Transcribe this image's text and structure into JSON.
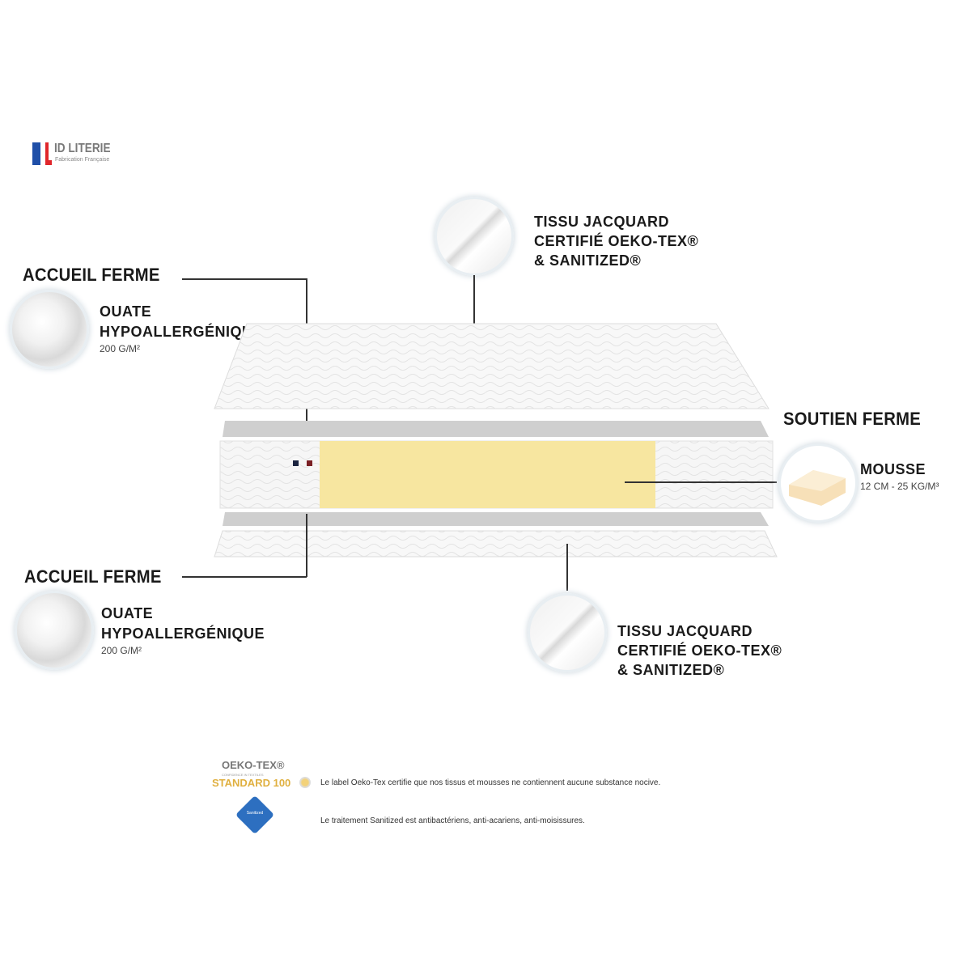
{
  "logo": {
    "brand": "ID LITERIE",
    "tagline": "Fabrication Française",
    "colors": {
      "blue": "#1f4fa8",
      "red": "#e0262b"
    }
  },
  "top_fabric": {
    "lines": [
      "TISSU JACQUARD",
      "CERTIFIÉ OEKO-TEX®",
      "& SANITIZED®"
    ]
  },
  "top_comfort": {
    "heading": "ACCUEIL FERME",
    "title1": "OUATE",
    "title2": "HYPOALLERGÉNIQUE",
    "spec": "200 G/M²"
  },
  "support": {
    "heading": "SOUTIEN FERME",
    "title": "MOUSSE",
    "spec": "12 CM - 25 KG/M³",
    "foam_color": "#f7e6a0"
  },
  "bottom_comfort": {
    "heading": "ACCUEIL FERME",
    "title1": "OUATE",
    "title2": "HYPOALLERGÉNIQUE",
    "spec": "200 G/M²"
  },
  "bottom_fabric": {
    "lines": [
      "TISSU JACQUARD",
      "CERTIFIÉ OEKO-TEX®",
      "& SANITIZED®"
    ]
  },
  "badges": {
    "oekotex": {
      "title": "OEKO-TEX®",
      "subtitle": "CONFIDENCE IN TEXTILES",
      "standard": "STANDARD 100",
      "text": "Le label Oeko-Tex certifie que nos tissus et mousses ne contiennent aucune substance nocive."
    },
    "sanitized": {
      "logo": "Sanitized",
      "text": "Le traitement Sanitized est antibactériens, anti-acariens, anti-moisissures."
    }
  }
}
